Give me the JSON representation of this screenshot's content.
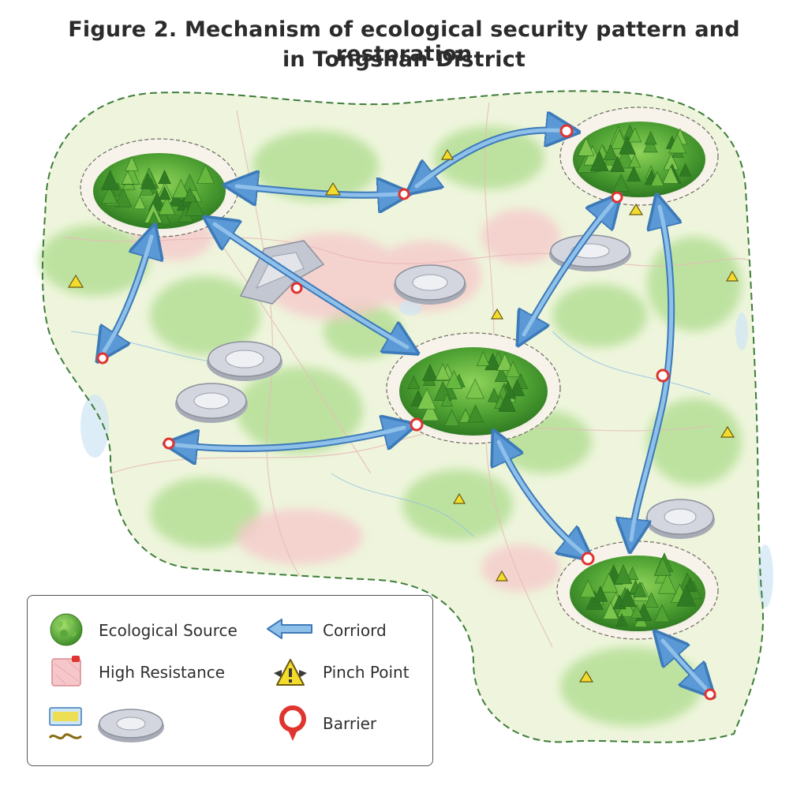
{
  "title_line1": "Figure 2. Mechanism of ecological security pattern and restoration",
  "title_line2": "in Tongshan District",
  "colors": {
    "background": "#f2f6e4",
    "green_patch": "#a9d88a",
    "urban": "#f4c9cc",
    "water": "#cfe6f4",
    "corridor": "#6fa8dc",
    "corridor_edge": "#3d7ab8",
    "barrier": "#e0342f",
    "pinch_fill": "#f4dc2c",
    "forest": "#57a83a",
    "boundary": "#3f7d3a",
    "settlement": "#c9ccd4"
  },
  "legend": {
    "items": [
      {
        "label": "Ecological Source",
        "icon": "forest-circle-icon"
      },
      {
        "label": "Corriord",
        "icon": "arrow-left-icon"
      },
      {
        "label": "High Resistance",
        "icon": "pink-block-icon"
      },
      {
        "label": "Pinch Point",
        "icon": "warning-triangle-icon"
      },
      {
        "label": "",
        "icon": "settlement-icon"
      },
      {
        "label": "Barrier",
        "icon": "ring-marker-icon"
      }
    ]
  },
  "map": {
    "sources": [
      {
        "id": "NW"
      },
      {
        "id": "NE"
      },
      {
        "id": "C"
      },
      {
        "id": "SE"
      }
    ],
    "corridors": [
      {
        "from": "NW",
        "to": "pt_b1"
      },
      {
        "from": "pt_b2",
        "to": "NE"
      },
      {
        "from": "NW",
        "to": "pt_b3"
      },
      {
        "from": "NW",
        "to": "C"
      },
      {
        "from": "C",
        "to": "pt_b4"
      },
      {
        "from": "C",
        "to": "NE"
      },
      {
        "from": "NE",
        "to": "SE"
      },
      {
        "from": "C",
        "to": "SE"
      },
      {
        "from": "SE",
        "to": "pt_b5"
      }
    ]
  }
}
